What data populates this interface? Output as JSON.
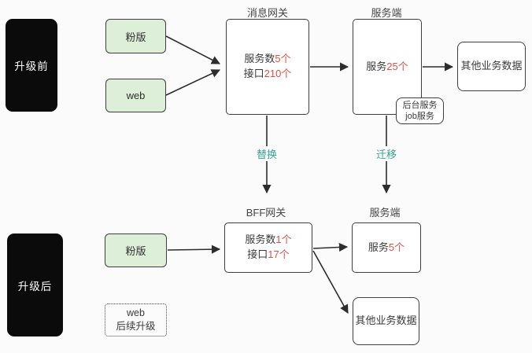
{
  "colors": {
    "background": "#fbfbfb",
    "stage_box_bg": "#0b0b0b",
    "client_box_bg": "#ddefd8",
    "box_border": "#3e3e3e",
    "value_red": "#df5146",
    "transition_teal": "#3aa296"
  },
  "before": {
    "stage_label": "升级前",
    "clients": [
      {
        "label": "粉版"
      },
      {
        "label": "web"
      }
    ],
    "gateway": {
      "title": "消息网关",
      "line1_prefix": "服务数",
      "line1_value": "5个",
      "line2_prefix": "接口",
      "line2_value": "210个"
    },
    "server": {
      "title": "服务端",
      "prefix": "服务",
      "value": "25个"
    },
    "other_data": {
      "label": "其他业务数据"
    },
    "backend_job": {
      "line1": "后台服务",
      "line2": "job服务"
    }
  },
  "transitions": {
    "replace": "替换",
    "migrate": "迁移"
  },
  "after": {
    "stage_label": "升级后",
    "clients": [
      {
        "label": "粉版"
      }
    ],
    "web_pending": {
      "line1": "web",
      "line2": "后续升级"
    },
    "gateway": {
      "title": "BFF网关",
      "line1_prefix": "服务数",
      "line1_value": "1个",
      "line2_prefix": "接口",
      "line2_value": "17个"
    },
    "server": {
      "title": "服务端",
      "prefix": "服务",
      "value": "5个"
    },
    "other_data": {
      "label": "其他业务数据"
    }
  }
}
